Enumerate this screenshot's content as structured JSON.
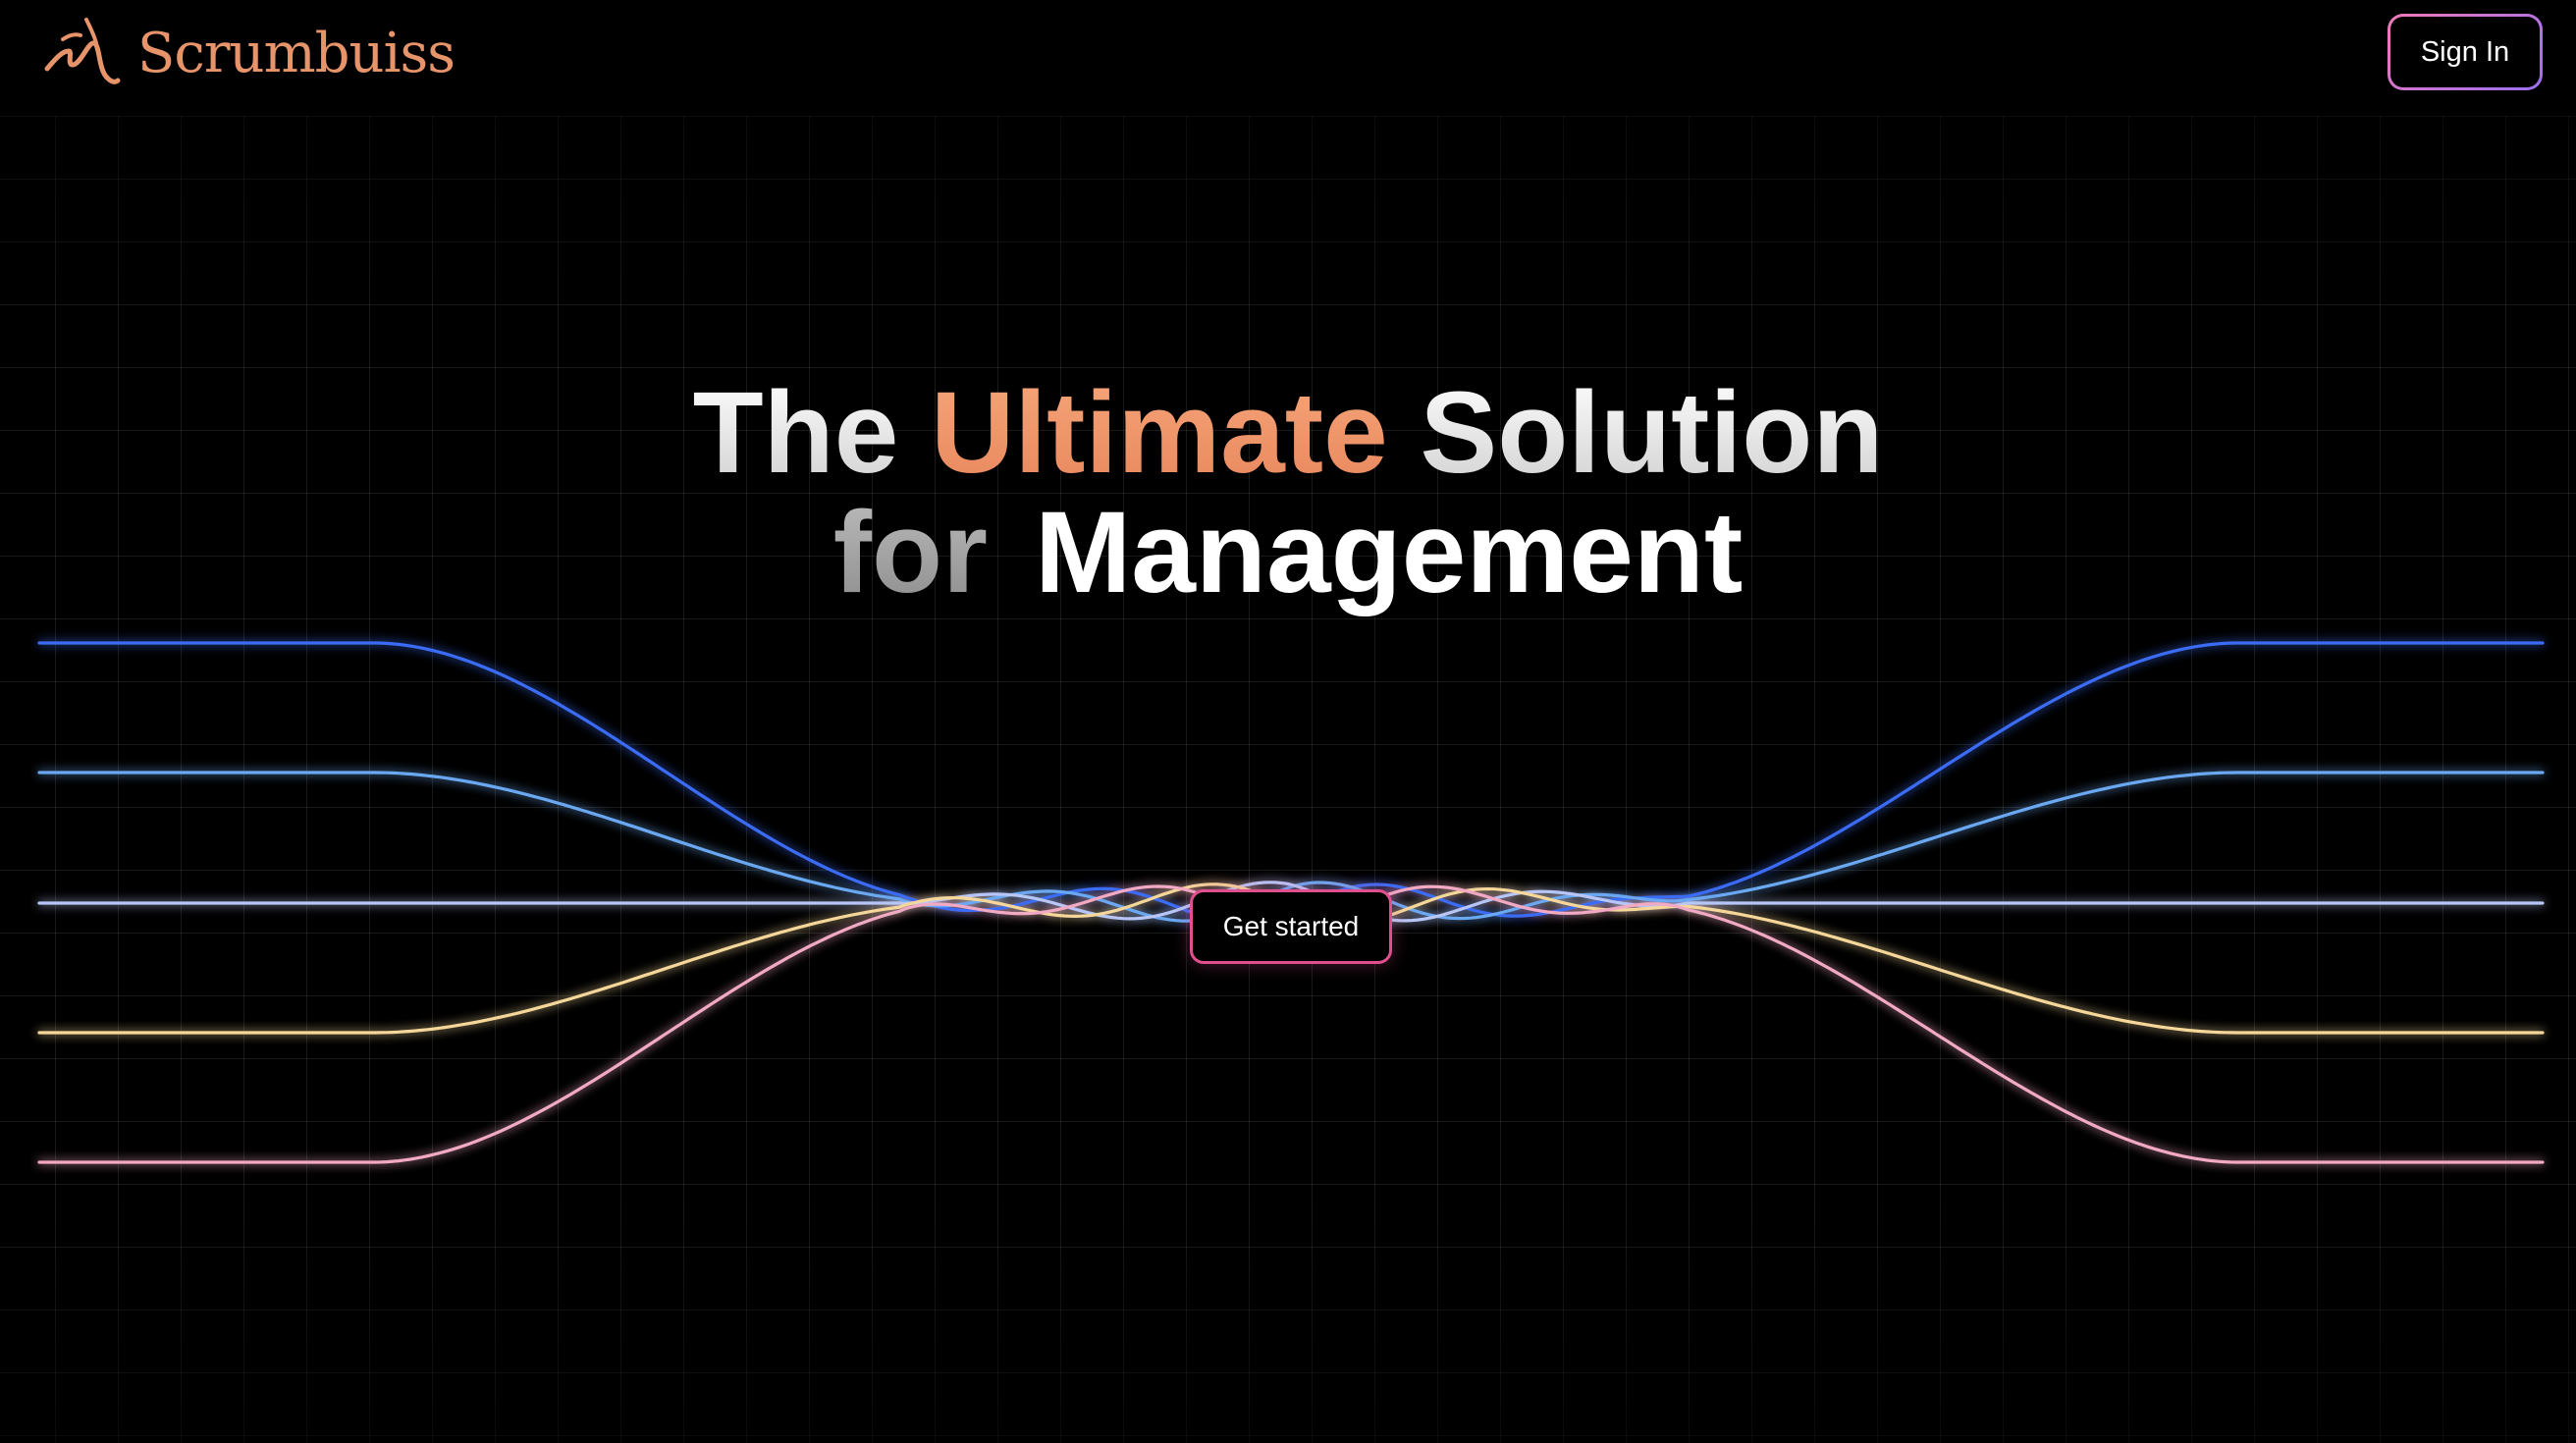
{
  "header": {
    "brand_name": "Scrumbuiss",
    "logo_icon": "scrumbuiss-logo-icon",
    "signin_label": "Sign In"
  },
  "hero": {
    "line1": {
      "word1": "The",
      "highlight": "Ultimate",
      "word2": "Solution"
    },
    "line2": {
      "word1": "for",
      "word2": "Management"
    }
  },
  "cta": {
    "label": "Get started"
  },
  "colors": {
    "background": "#000000",
    "brand_accent": "#e8946a",
    "highlight": "#f2996c",
    "cta_border": "#e0508e",
    "signin_border_start": "#f07ab8",
    "signin_border_end": "#9a6ff0",
    "wave_colors": [
      "#3b6cf6",
      "#6aa8f2",
      "#b8c6f7",
      "#f5d79a",
      "#f2a9c4"
    ]
  }
}
